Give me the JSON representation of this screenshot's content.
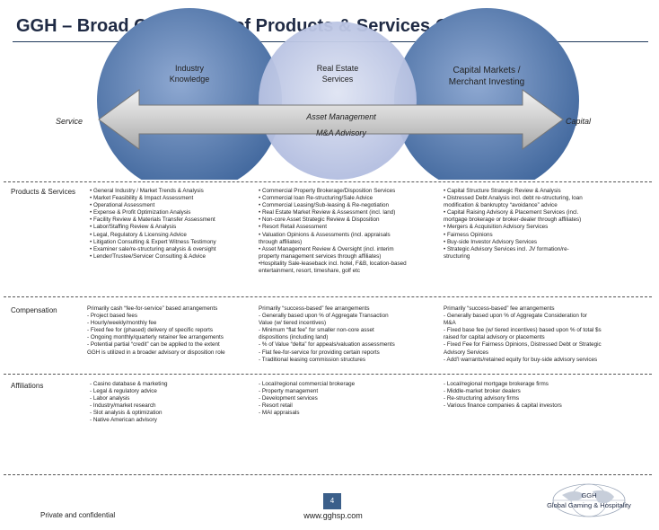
{
  "title": "GGH – Broad Continuum of Products & Services Offered",
  "diagram": {
    "circles": [
      {
        "label_line1": "Industry",
        "label_line2": "Knowledge",
        "color": "#4a72a8"
      },
      {
        "label_line1": "Real Estate",
        "label_line2": "Services",
        "color": "#b9c3e3"
      },
      {
        "label_line1": "Capital Markets /",
        "label_line2": "Merchant Investing",
        "color": "#4a72a8"
      }
    ],
    "left_label": "Service",
    "right_label": "Capital",
    "arrow_line1": "Asset Management",
    "arrow_line2": "M&A Advisory"
  },
  "rows": {
    "products": {
      "label": "Products & Services",
      "col1": [
        "• General Industry / Market Trends & Analysis",
        "• Market Feasibility & Impact Assessment",
        "• Operational Assessment",
        "• Expense & Profit Optimization Analysis",
        "• Facility Review & Materials Transfer Assessment",
        "• Labor/Staffing Review & Analysis",
        "• Legal, Regulatory & Licensing Advice",
        "• Litigation Consulting & Expert Witness Testimony",
        "• Examiner sale/re-structuring analysis & oversight",
        "• Lender/Trustee/Servicer Consulting & Advice"
      ],
      "col2": [
        "• Commercial Property Brokerage/Disposition Services",
        "• Commercial loan Re-structuring/Sale Advice",
        "• Commercial Leasing/Sub-leasing & Re-negotiation",
        "• Real Estate Market Review & Assessment (incl. land)",
        "• Non-core Asset Strategic Review & Disposition",
        "• Resort Retail Assessment",
        "• Valuation Opinions & Assessments (incl. appraisals",
        "through affiliates)",
        "• Asset Management Review & Oversight (incl. interim",
        "property management services through affiliates)",
        "•Hospitality Sale-leaseback incl. hotel, F&B, location-based",
        "entertainment, resort, timeshare, golf etc"
      ],
      "col3": [
        "• Capital Structure Strategic Review & Analysis",
        "• Distressed Debt Analysis incl. debt re-structuring, loan",
        "modification & bankruptcy “avoidance” advice",
        "• Capital Raising Advisory & Placement Services (incl.",
        "mortgage brokerage or broker-dealer through affiliates)",
        "• Mergers & Acquisition Advisory Services",
        "• Fairness Opinions",
        "• Buy-side Investor Advisory Services",
        "• Strategic Advisory Services incl. JV formation/re-",
        "structuring"
      ]
    },
    "compensation": {
      "label": "Compensation",
      "col1": [
        "Primarily cash “fee-for-service” based arrangements",
        "- Project based fees",
        "- Hourly/weekly/monthly fee",
        "- Fixed fee for (phased) delivery of specific reports",
        "- Ongoing monthly/quarterly retainer fee arrangements",
        "- Potential partial “credit” can be applied to the extent",
        "GGH is utilized in a broader advisory or disposition role"
      ],
      "col2": [
        "Primarily “success-based” fee arrangements",
        "- Generally based upon % of Aggregate Transaction",
        "Value (w/ tiered incentives)",
        "- Minimum “flat fee” for smaller non-core asset",
        "dispositions (including land)",
        "- % of Value “delta” for appeals/valuation assessments",
        "- Flat fee-for-service for providing certain reports",
        "- Traditional leasing commission structures"
      ],
      "col3": [
        "Primarily “success-based” fee arrangements",
        "- Generally based upon % of Aggregate Consideration for",
        "M&A",
        "- Fixed base fee (w/ tiered incentives) based upon % of total $s",
        "raised for capital advisory or placements",
        "- Fixed Fee for Fairness Opinions, Distressed Debt or Strategic",
        "Advisory Services",
        "- Add’l warrants/retained equity for buy-side advisory services"
      ]
    },
    "affiliations": {
      "label": "Affiliations",
      "col1": [
        "- Casino database & marketing",
        "- Legal & regulatory advice",
        "- Labor analysis",
        "- Industry/market research",
        "- Slot analysis & optimization",
        "- Native American advisory"
      ],
      "col2": [
        "- Local/regional commercial brokerage",
        "- Property management",
        "- Development services",
        "- Resort retail",
        "- MAI appraisals"
      ],
      "col3": [
        "- Local/regional mortgage brokerage firms",
        "- Middle-market broker dealers",
        "- Re-structuring advisory firms",
        "- Various finance companies & capital investors"
      ]
    }
  },
  "footer": {
    "left": "Private and confidential",
    "page_number": "4",
    "website": "www.gghsp.com",
    "logo_line1": "GGH",
    "logo_line2": "Global Gaming & Hospitality"
  }
}
